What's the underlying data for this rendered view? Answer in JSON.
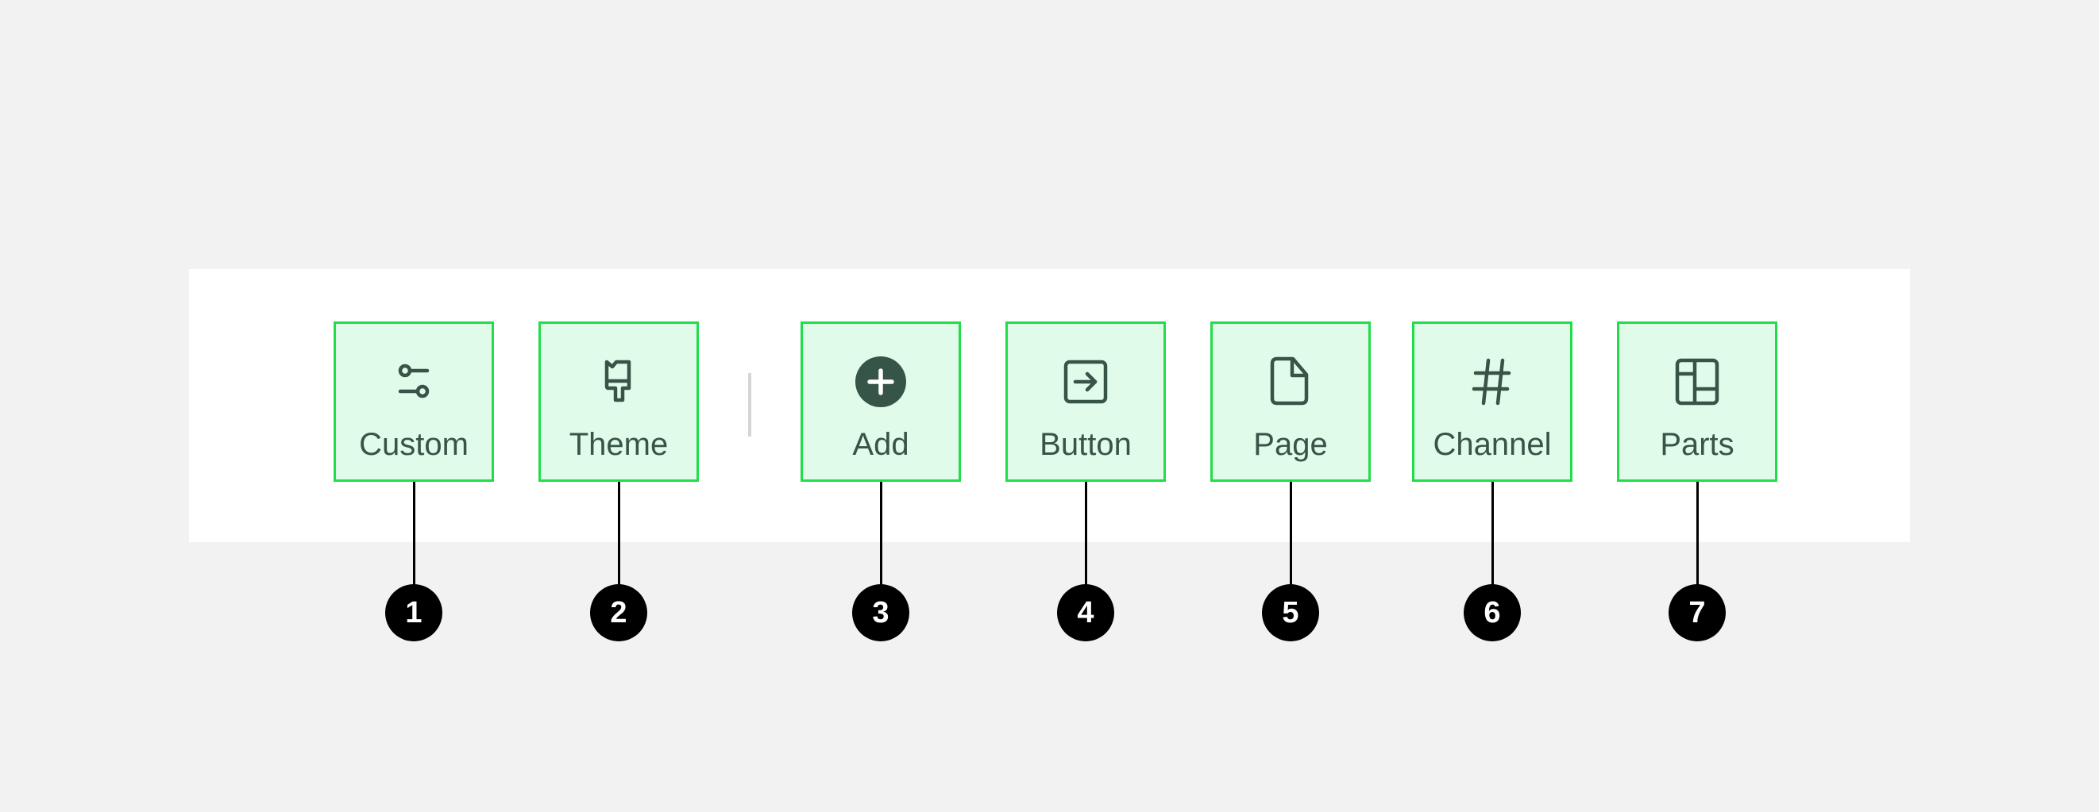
{
  "toolbar": {
    "items": [
      {
        "label": "Custom",
        "icon": "sliders-icon",
        "marker": "1"
      },
      {
        "label": "Theme",
        "icon": "paintbrush-icon",
        "marker": "2"
      },
      {
        "label": "Add",
        "icon": "plus-circle-icon",
        "marker": "3"
      },
      {
        "label": "Button",
        "icon": "arrow-into-box-icon",
        "marker": "4"
      },
      {
        "label": "Page",
        "icon": "document-icon",
        "marker": "5"
      },
      {
        "label": "Channel",
        "icon": "hash-icon",
        "marker": "6"
      },
      {
        "label": "Parts",
        "icon": "layout-panels-icon",
        "marker": "7"
      }
    ]
  },
  "colors": {
    "highlight_fill": "#e0fbe9",
    "highlight_border": "#22dd4a",
    "icon_text": "#365448",
    "marker": "#000000"
  }
}
